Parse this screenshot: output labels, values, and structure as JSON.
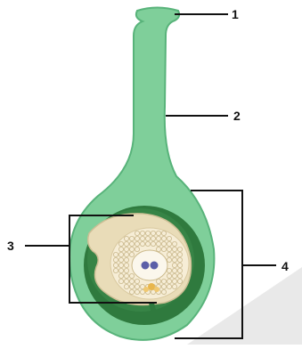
{
  "diagram": {
    "subject": "pistil",
    "labels": [
      {
        "id": "1",
        "text": "1",
        "part": "stigma"
      },
      {
        "id": "2",
        "text": "2",
        "part": "style"
      },
      {
        "id": "3",
        "text": "3",
        "part": "ovule"
      },
      {
        "id": "4",
        "text": "4",
        "part": "ovary"
      }
    ],
    "colors": {
      "pistil_fill": "#7fcf9a",
      "pistil_edge": "#58b37a",
      "ovary_cavity": "#2f7a3e",
      "ovule_outer": "#e9dcb8",
      "nucellus": "#f6edd6",
      "nuclei": "#5b5fa8",
      "lines": "#111111"
    }
  }
}
